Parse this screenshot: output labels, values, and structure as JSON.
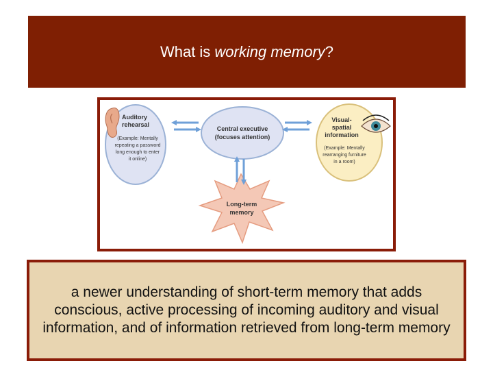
{
  "title": {
    "prefix": "What is ",
    "emphasis": "working memory",
    "suffix": "?"
  },
  "diagram": {
    "central_executive": {
      "line1": "Central executive",
      "line2": "(focuses attention)"
    },
    "auditory": {
      "line1": "Auditory",
      "line2": "rehearsal",
      "ex1": "(Example: Mentally",
      "ex2": "repeating a password",
      "ex3": "long enough to enter",
      "ex4": "it online)"
    },
    "visual": {
      "line1": "Visual-",
      "line2": "spatial",
      "line3": "information",
      "ex1": "(Example: Mentally",
      "ex2": "rearranging furniture",
      "ex3": "in a room)"
    },
    "long_term": {
      "line1": "Long-term",
      "line2": "memory"
    },
    "icons": [
      "ear-icon",
      "eye-icon"
    ],
    "colors": {
      "oval_fill": "#d9e4f5",
      "oval_stroke": "#9bb2d6",
      "arrow": "#6fa0d8",
      "burst": "#f4c8b6"
    }
  },
  "definition": "a newer understanding of short-term memory that adds conscious, active processing of incoming auditory and visual information, and of information retrieved from long-term memory",
  "colors": {
    "banner": "#7f1f03",
    "frame": "#8a1c08",
    "def_bg": "#e8d5b1"
  }
}
